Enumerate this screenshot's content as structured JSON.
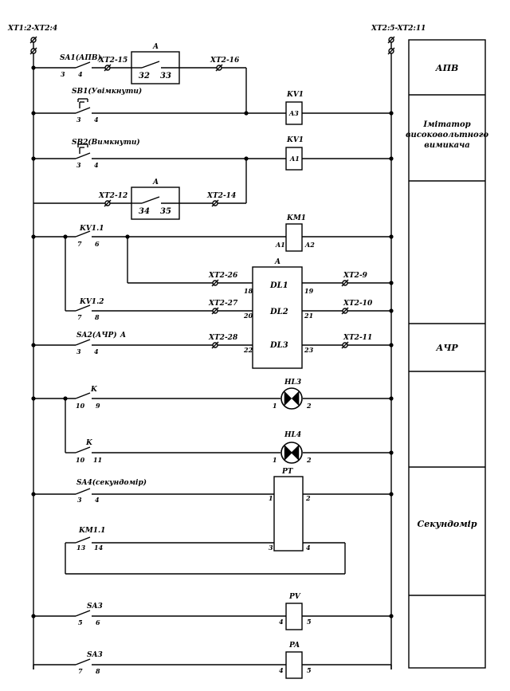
{
  "terminals": {
    "left": "XT1:2-XT2:4",
    "right": "XT2:5-XT2:11"
  },
  "rows": {
    "r1": {
      "switch": "SA1(АПВ)",
      "pin_a": "3",
      "pin_b": "4",
      "xt_a": "XT2-15",
      "block": "A",
      "bp1": "32",
      "bp2": "33",
      "xt_b": "XT2-16"
    },
    "r2": {
      "switch": "SB1(Увімкнути)",
      "pin_a": "3",
      "pin_b": "4",
      "coil": "KV1",
      "coil_pin": "A3"
    },
    "r3": {
      "switch": "SB2(Вимкнути)",
      "pin_a": "3",
      "pin_b": "4",
      "coil": "KV1",
      "coil_pin": "A1"
    },
    "r4": {
      "xt_a": "XT2-12",
      "block": "A",
      "bp1": "34",
      "bp2": "35",
      "xt_b": "XT2-14"
    },
    "r5": {
      "switch": "KV1.1",
      "pin_a": "7",
      "pin_b": "6",
      "coil": "KM1",
      "cp1": "A1",
      "cp2": "A2"
    },
    "dl": {
      "block": "A",
      "ch": [
        {
          "name": "DL1",
          "in_pin": "18",
          "out_pin": "19",
          "xt_in": "XT2-26",
          "xt_out": "XT2-9"
        },
        {
          "name": "DL2",
          "in_pin": "20",
          "out_pin": "21",
          "xt_in": "XT2-27",
          "xt_out": "XT2-10"
        },
        {
          "name": "DL3",
          "in_pin": "22",
          "out_pin": "23",
          "xt_in": "XT2-28",
          "xt_out": "XT2-11"
        }
      ]
    },
    "r7": {
      "switch": "KV1.2",
      "pin_a": "7",
      "pin_b": "8"
    },
    "r8": {
      "switch": "SA2(АЧР)",
      "pin_a": "3",
      "pin_b": "4",
      "note": "A"
    },
    "r9": {
      "switch": "K",
      "pin_a": "10",
      "pin_b": "9",
      "lamp": "HL3",
      "lp1": "1",
      "lp2": "2"
    },
    "r10": {
      "switch": "K",
      "pin_a": "10",
      "pin_b": "11",
      "lamp": "HL4",
      "lp1": "1",
      "lp2": "2"
    },
    "r11": {
      "switch": "SA4(секундомір)",
      "pin_a": "3",
      "pin_b": "4",
      "block": "PT",
      "bp1": "1",
      "bp2": "2"
    },
    "r12": {
      "switch": "KM1.1",
      "pin_a": "13",
      "pin_b": "14",
      "bp3": "3",
      "bp4": "4"
    },
    "r13": {
      "switch": "SA3",
      "pin_a": "5",
      "pin_b": "6",
      "coil": "PV",
      "cp1": "4",
      "cp2": "5"
    },
    "r14": {
      "switch": "SA3",
      "pin_a": "7",
      "pin_b": "8",
      "coil": "PA",
      "cp1": "4",
      "cp2": "5"
    }
  },
  "side_labels": {
    "apv": "АПВ",
    "imitator": [
      "Імітатор",
      "високовольтного",
      "вимикача"
    ],
    "achr": "АЧР",
    "stopwatch": "Секундомір"
  }
}
